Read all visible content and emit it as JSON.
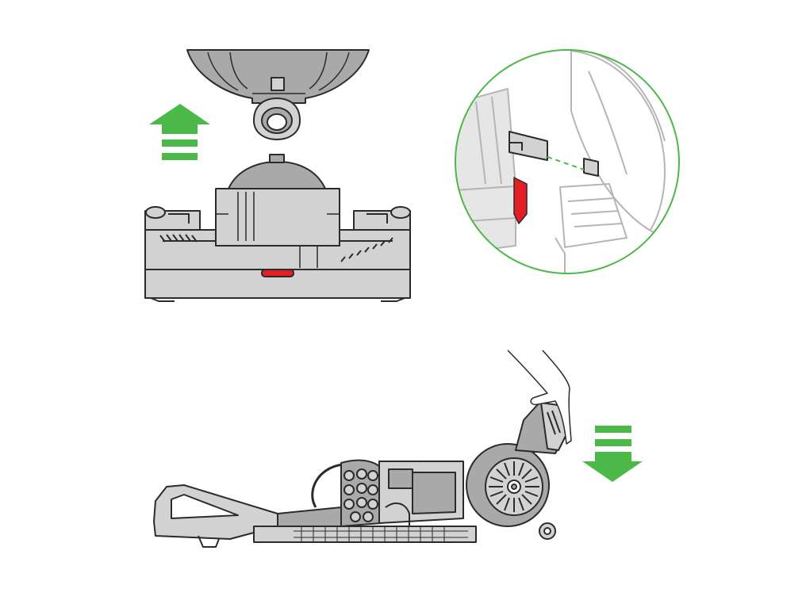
{
  "colors": {
    "accent_green": "#4cb848",
    "release_red": "#e31e24",
    "body_gray": "#a9a9a9",
    "light_gray": "#d2d2d2",
    "line_dark": "#2b2b2b",
    "faded_gray": "#e6e6e6",
    "faded_line": "#b5b5b5"
  },
  "steps": [
    {
      "id": "detach-cleaner-head",
      "arrow": "up-arrow-icon"
    },
    {
      "id": "release-catch-detail",
      "highlight": "release-button-icon"
    },
    {
      "id": "lower-machine",
      "arrow": "down-arrow-icon"
    }
  ]
}
